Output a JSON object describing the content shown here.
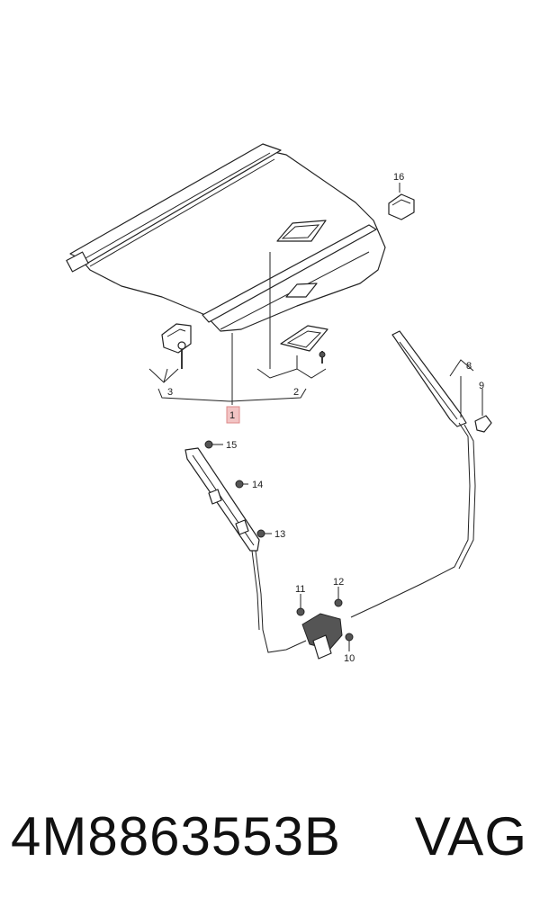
{
  "diagram": {
    "callouts": {
      "c1": "1",
      "c2": "2",
      "c3": "3",
      "c8": "8",
      "c9": "9",
      "c10": "10",
      "c11": "11",
      "c12": "12",
      "c13": "13",
      "c14": "14",
      "c15": "15",
      "c16": "16"
    },
    "highlight_color": "#f2c4c4"
  },
  "caption": {
    "part_number": "4M8863553B",
    "brand": "VAG"
  }
}
